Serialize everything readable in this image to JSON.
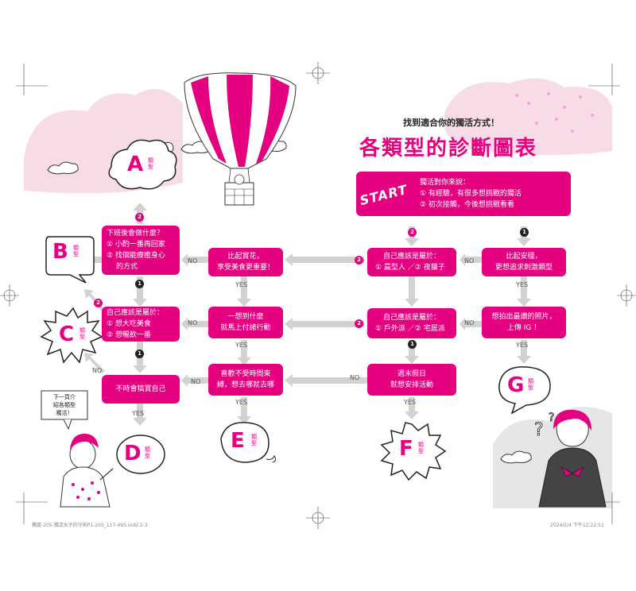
{
  "header": {
    "subtitle": "找到適合你的獨活方式！",
    "title": "各類型的診斷圖表"
  },
  "start": {
    "tag": "START",
    "question": "獨活對你來說：",
    "option1": "① 有經驗，有很多想挑戰的獨活",
    "option2": "② 初次接觸，今後想挑戰看看"
  },
  "boxes": {
    "q_after_work": {
      "line1": "下班後會做什麼？",
      "line2": "① 小酌一番再回家",
      "line3": "② 找個能療癒身心",
      "line4": "的方式"
    },
    "q_flower_food": {
      "line1": "比起賞花，",
      "line2": "享受美食更重要！"
    },
    "q_type_person": {
      "line1": "自己應該是屬於：",
      "line2": "① 晨型人 ／② 夜貓子"
    },
    "q_stable": {
      "line1": "比起安穩，",
      "line2": "更想追求刺激類型"
    },
    "q_eat": {
      "line1": "自己應該是屬於：",
      "line2": "① 想大吃美食",
      "line3": "② 想暢飲一番"
    },
    "q_think_act": {
      "line1": "一想到什麼",
      "line2": "就馬上付諸行動"
    },
    "q_outdoor": {
      "line1": "自己應該是屬於：",
      "line2": "① 戶外派 ／② 宅居派"
    },
    "q_photo": {
      "line1": "想拍出最讚的照片，",
      "line2": "上傳 IG ！"
    },
    "q_pamper": {
      "line1": "不時會犒賞自己"
    },
    "q_free": {
      "line1": "喜歡不受時間束",
      "line2": "縛，想去哪就去哪"
    },
    "q_weekend": {
      "line1": "週末假日",
      "line2": "就想安排活動"
    }
  },
  "labels": {
    "no": "NO",
    "yes": "YES",
    "type_word": "類型",
    "n1": "1",
    "n2": "2"
  },
  "types": {
    "A": "A",
    "B": "B",
    "C": "C",
    "D": "D",
    "E": "E",
    "F": "F",
    "G": "G"
  },
  "speech": {
    "line1": "下一頁介",
    "line2": "紹各類型",
    "line3": "獨活！"
  },
  "footer": {
    "left": "獨處-205-獨活女子的守則P1-205_117-495.indd 2-3",
    "right": "2024/2/4 下午12:22:51"
  },
  "colors": {
    "accent": "#e4007f",
    "light_pink": "#f7d7e6",
    "gray_arrow": "#cfcfcf"
  }
}
